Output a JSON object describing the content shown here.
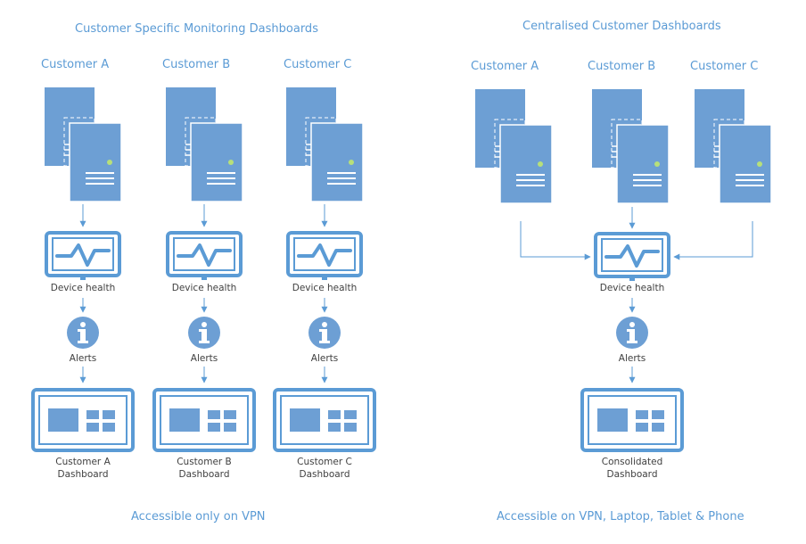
{
  "left_panel": {
    "title": "Customer Specific Monitoring Dashboards",
    "footer": "Accessible only on VPN",
    "columns": [
      {
        "customer": "Customer A",
        "device_label": "Device health",
        "alerts_label": "Alerts",
        "dashboard_label_1": "Customer A",
        "dashboard_label_2": "Dashboard"
      },
      {
        "customer": "Customer B",
        "device_label": "Device health",
        "alerts_label": "Alerts",
        "dashboard_label_1": "Customer B",
        "dashboard_label_2": "Dashboard"
      },
      {
        "customer": "Customer C",
        "device_label": "Device health",
        "alerts_label": "Alerts",
        "dashboard_label_1": "Customer C",
        "dashboard_label_2": "Dashboard"
      }
    ]
  },
  "right_panel": {
    "title": "Centralised Customer Dashboards",
    "footer": "Accessible on VPN, Laptop, Tablet & Phone",
    "customers": [
      "Customer A",
      "Customer B",
      "Customer C"
    ],
    "device_label": "Device health",
    "alerts_label": "Alerts",
    "dashboard_label_1": "Consolidated",
    "dashboard_label_2": "Dashboard"
  },
  "colors": {
    "accent": "#5b9bd5",
    "server_fill": "#6d9fd4",
    "line": "#5b9bd5",
    "led": "#b7e07a",
    "text": "#404040"
  }
}
